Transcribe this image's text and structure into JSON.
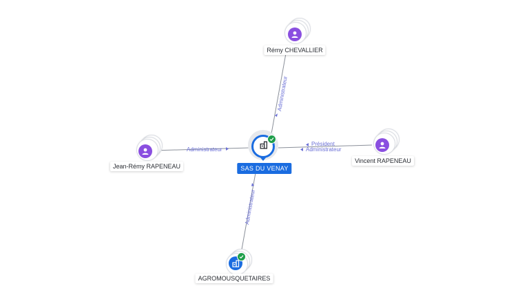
{
  "central": {
    "label": "SAS DU VENAY",
    "icon": "building-icon",
    "verified": true
  },
  "nodes": {
    "remy": {
      "label": "Rémy CHEVALLIER",
      "icon": "person-icon"
    },
    "jeanremy": {
      "label": "Jean-Rémy RAPENEAU",
      "icon": "person-icon"
    },
    "vincent": {
      "label": "Vincent RAPENEAU",
      "icon": "person-icon"
    },
    "agro": {
      "label": "AGROMOUSQUETAIRES",
      "icon": "building-icon",
      "verified": true
    }
  },
  "edges": {
    "remy": {
      "label": "Administrateur"
    },
    "jeanremy": {
      "label": "Administrateur"
    },
    "vincent": {
      "label_1": "Président",
      "label_2": "Administrateur"
    },
    "agro": {
      "label": "Administrateur"
    }
  },
  "colors": {
    "person": "#8a4fe0",
    "company": "#1a6ce0",
    "verified": "#1e9e4a",
    "edge_label": "#6a6fd6"
  }
}
